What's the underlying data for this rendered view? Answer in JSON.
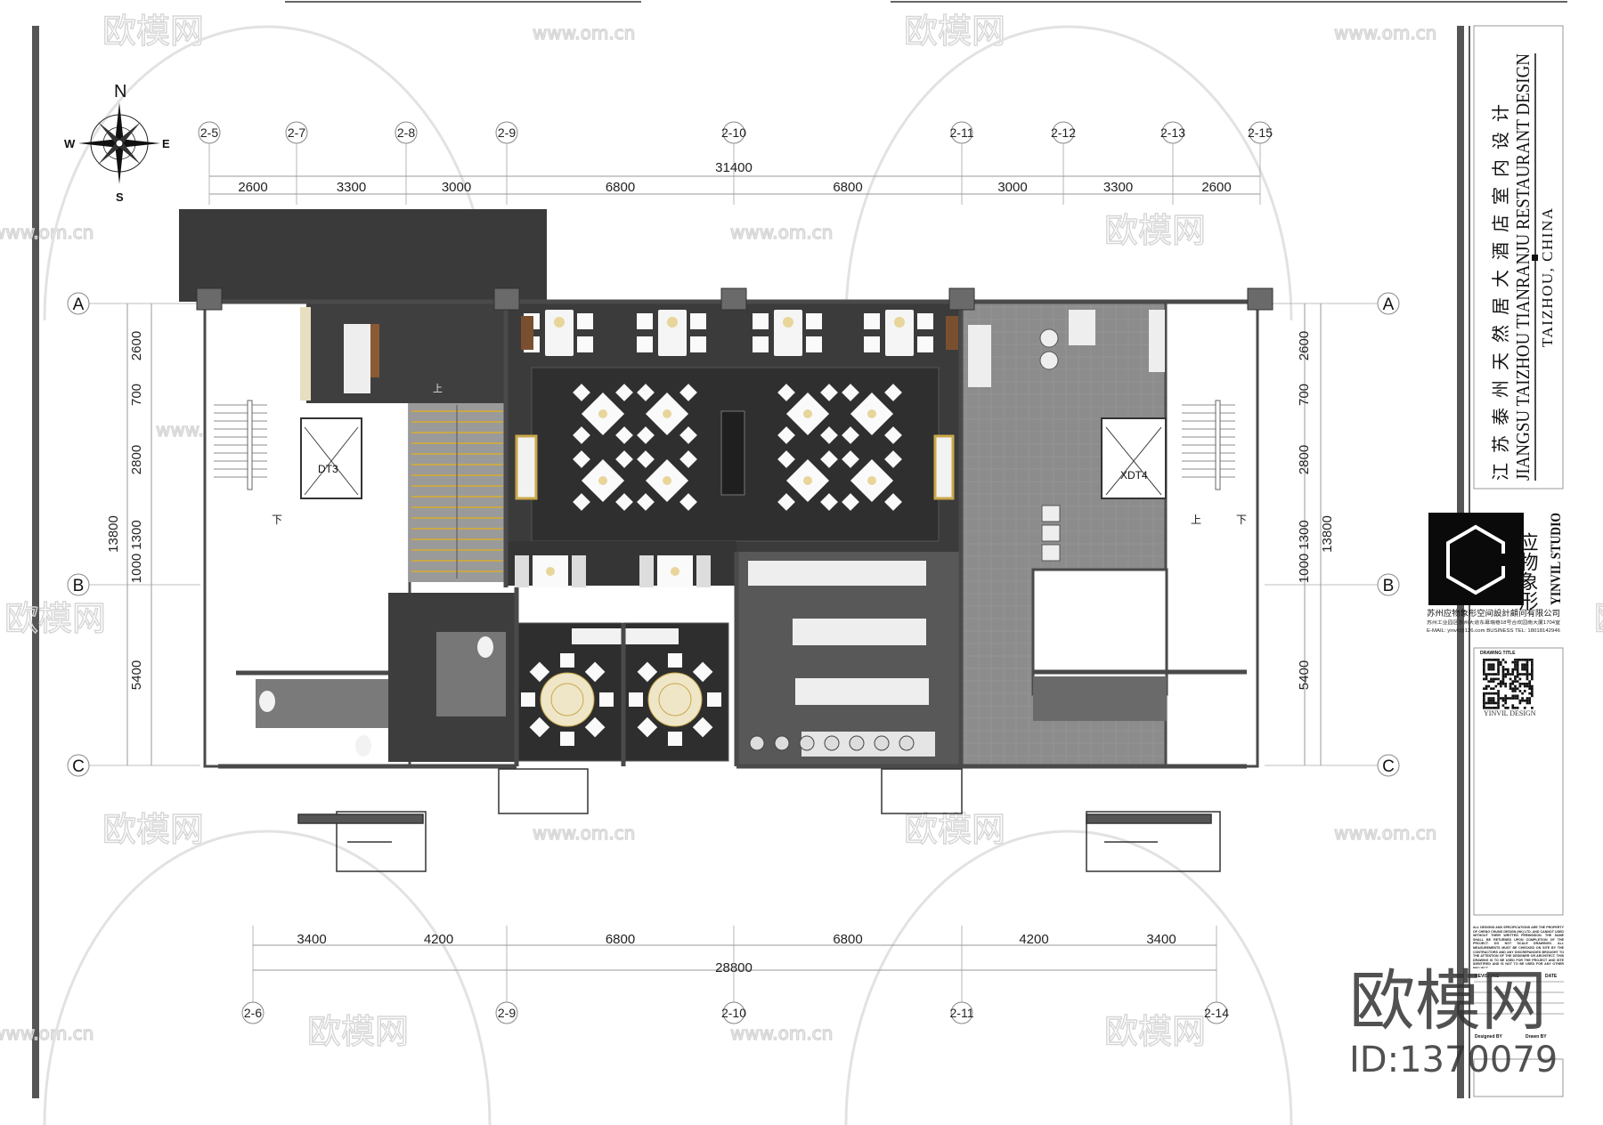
{
  "drawing": {
    "compass": {
      "n": "N",
      "s": "S",
      "e": "E",
      "w": "W"
    },
    "top_grid": [
      "2-5",
      "2-7",
      "2-8",
      "2-9",
      "2-10",
      "2-11",
      "2-12",
      "2-13",
      "2-15"
    ],
    "top_overall": "31400",
    "top_dims": [
      "2600",
      "3300",
      "3000",
      "6800",
      "6800",
      "3000",
      "3300",
      "2600"
    ],
    "bottom_grid": [
      "2-6",
      "2-9",
      "2-10",
      "2-11",
      "2-14"
    ],
    "bottom_overall": "28800",
    "bottom_dims": [
      "3400",
      "4200",
      "6800",
      "6800",
      "4200",
      "3400"
    ],
    "rows": [
      "A",
      "B",
      "C"
    ],
    "left_dims": [
      "2600",
      "700",
      "2800",
      "1300",
      "1000",
      "5400"
    ],
    "left_overall": "13800",
    "right_dims": [
      "2600",
      "700",
      "2800",
      "1300",
      "1000",
      "5400"
    ],
    "right_overall": "13800",
    "elevator_left": "DT3",
    "elevator_right": "XDT4",
    "stair_up": "上",
    "stair_down": "下"
  },
  "title_block": {
    "project_cn": "江 苏 泰 州 天 然 居 大 酒 店 室 内 设 计",
    "project_en": "JIANGSU TAIZHOU TIANRANJU RESTAURANT DESIGN",
    "location": "TAIZHOU, CHINA",
    "studio_cn": "应物象形",
    "studio_en": "YINVIL STUDIO",
    "company": "苏州应物象形空间設計顧问有限公司",
    "address": "苏州工业园区苏州大道东幕瑞巷18号合欢园南大厦1704室",
    "contact": "E-MAIL: yinvil@126.com  BUSINESS TEL: 18018142946",
    "drawing_title_label": "DRAWING TITLE",
    "qr_caption": "YINVIL DESIGN",
    "disclaimer": "ALL DESIGNS AND SPECIFICATIONS ARE THE PROPERTY OF CHENG CHUNG DESIGN (HK) LTD. AND CANNOT USED WITHOUT THEIR WRITTEN PERMISSION. THE SAME SHALL BE RETURNED UPON COMPLETION OF THE PROJECT. DO NOT SCALE DRAWINGS. ALL MEASUREMENTS MUST BE CHECKED ON SITE BY THE CONTRACTORS AND ANY DISCREPANCIES BROUGHT TO THE ATTENTION OF THE DESIGNER OR ARCHITECT. THIS DRAWING IS TO BE USED FOR THE PROJECT AND SITE IDENTIFIED AND IS NOT TO BE USED FOR ANY OTHER PROJECT.",
    "revisions_label": "REVISIONS",
    "date_label": "DATE",
    "designed_by_label": "Designed BY",
    "drawn_by_label": "Drawn BY"
  },
  "watermark": {
    "brand": "欧模网",
    "site": "www.om.cn",
    "id": "ID:1370079"
  },
  "colors": {
    "floor_dark": "#3b3b3b",
    "floor_kitchen": "#8c8c8c",
    "wall": "#4a4a4a",
    "accent_gold": "#c9a84a"
  }
}
